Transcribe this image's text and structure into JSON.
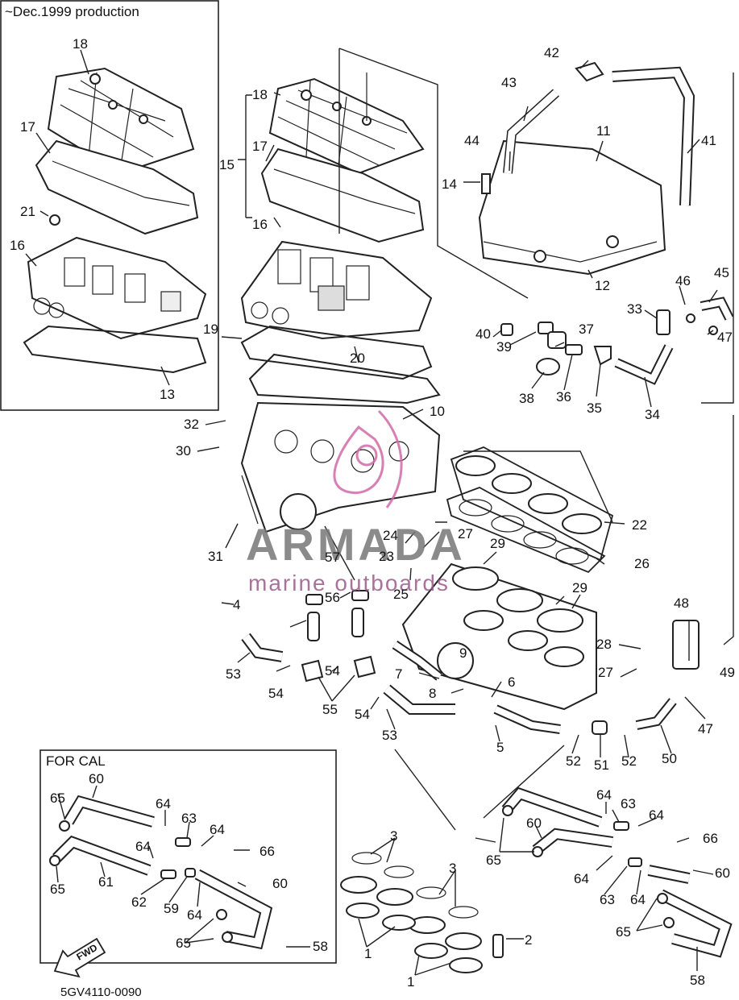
{
  "diagram_code": "5GV4110-0090",
  "inset_top_title": "~Dec.1999 production",
  "inset_bottom_title": "FOR CAL",
  "fwd_label": "FWD",
  "watermark": {
    "brand": "ARMADA",
    "tagline": "marine outboards",
    "brand_color": "#7a7a7a",
    "accent_color": "#c0488c"
  },
  "callouts": [
    {
      "id": "c18a",
      "text": "18"
    },
    {
      "id": "c17a",
      "text": "17"
    },
    {
      "id": "c21",
      "text": "21"
    },
    {
      "id": "c16a",
      "text": "16"
    },
    {
      "id": "c13",
      "text": "13"
    },
    {
      "id": "c18b",
      "text": "18"
    },
    {
      "id": "c15",
      "text": "15"
    },
    {
      "id": "c17b",
      "text": "17"
    },
    {
      "id": "c16b",
      "text": "16"
    },
    {
      "id": "c42",
      "text": "42"
    },
    {
      "id": "c43",
      "text": "43"
    },
    {
      "id": "c44",
      "text": "44"
    },
    {
      "id": "c11",
      "text": "11"
    },
    {
      "id": "c41",
      "text": "41"
    },
    {
      "id": "c14",
      "text": "14"
    },
    {
      "id": "c12",
      "text": "12"
    },
    {
      "id": "c45",
      "text": "45"
    },
    {
      "id": "c46",
      "text": "46"
    },
    {
      "id": "c33",
      "text": "33"
    },
    {
      "id": "c47a",
      "text": "47"
    },
    {
      "id": "c40",
      "text": "40"
    },
    {
      "id": "c37",
      "text": "37"
    },
    {
      "id": "c39",
      "text": "39"
    },
    {
      "id": "c38",
      "text": "38"
    },
    {
      "id": "c36",
      "text": "36"
    },
    {
      "id": "c35",
      "text": "35"
    },
    {
      "id": "c34",
      "text": "34"
    },
    {
      "id": "c19",
      "text": "19"
    },
    {
      "id": "c20",
      "text": "20"
    },
    {
      "id": "c10",
      "text": "10"
    },
    {
      "id": "c32",
      "text": "32"
    },
    {
      "id": "c30",
      "text": "30"
    },
    {
      "id": "c22",
      "text": "22"
    },
    {
      "id": "c27a",
      "text": "27"
    },
    {
      "id": "c24",
      "text": "24"
    },
    {
      "id": "c23",
      "text": "23"
    },
    {
      "id": "c29a",
      "text": "29"
    },
    {
      "id": "c26",
      "text": "26"
    },
    {
      "id": "c31",
      "text": "31"
    },
    {
      "id": "c57",
      "text": "57"
    },
    {
      "id": "c25",
      "text": "25"
    },
    {
      "id": "c29b",
      "text": "29"
    },
    {
      "id": "c56",
      "text": "56"
    },
    {
      "id": "c4",
      "text": "4"
    },
    {
      "id": "c48",
      "text": "48"
    },
    {
      "id": "c9",
      "text": "9"
    },
    {
      "id": "c28",
      "text": "28"
    },
    {
      "id": "c27b",
      "text": "27"
    },
    {
      "id": "c49",
      "text": "49"
    },
    {
      "id": "c53a",
      "text": "53"
    },
    {
      "id": "c7",
      "text": "7"
    },
    {
      "id": "c54a",
      "text": "54"
    },
    {
      "id": "c54b",
      "text": "54"
    },
    {
      "id": "c6",
      "text": "6"
    },
    {
      "id": "c8",
      "text": "8"
    },
    {
      "id": "c47b",
      "text": "47"
    },
    {
      "id": "c55",
      "text": "55"
    },
    {
      "id": "c54c",
      "text": "54"
    },
    {
      "id": "c53b",
      "text": "53"
    },
    {
      "id": "c5",
      "text": "5"
    },
    {
      "id": "c52a",
      "text": "52"
    },
    {
      "id": "c51",
      "text": "51"
    },
    {
      "id": "c52b",
      "text": "52"
    },
    {
      "id": "c50",
      "text": "50"
    },
    {
      "id": "c60a",
      "text": "60"
    },
    {
      "id": "c65a",
      "text": "65"
    },
    {
      "id": "c64a",
      "text": "64"
    },
    {
      "id": "c63a",
      "text": "63"
    },
    {
      "id": "c64b",
      "text": "64"
    },
    {
      "id": "c64c",
      "text": "64"
    },
    {
      "id": "c66a",
      "text": "66"
    },
    {
      "id": "c65b",
      "text": "65"
    },
    {
      "id": "c61",
      "text": "61"
    },
    {
      "id": "c62",
      "text": "62"
    },
    {
      "id": "c59",
      "text": "59"
    },
    {
      "id": "c64d",
      "text": "64"
    },
    {
      "id": "c60b",
      "text": "60"
    },
    {
      "id": "c65c",
      "text": "65"
    },
    {
      "id": "c58a",
      "text": "58"
    },
    {
      "id": "c3a",
      "text": "3"
    },
    {
      "id": "c3b",
      "text": "3"
    },
    {
      "id": "c2",
      "text": "2"
    },
    {
      "id": "c1a",
      "text": "1"
    },
    {
      "id": "c1b",
      "text": "1"
    },
    {
      "id": "c64e",
      "text": "64"
    },
    {
      "id": "c63b",
      "text": "63"
    },
    {
      "id": "c64f",
      "text": "64"
    },
    {
      "id": "c60c",
      "text": "60"
    },
    {
      "id": "c66b",
      "text": "66"
    },
    {
      "id": "c65d",
      "text": "65"
    },
    {
      "id": "c64g",
      "text": "64"
    },
    {
      "id": "c63c",
      "text": "63"
    },
    {
      "id": "c64h",
      "text": "64"
    },
    {
      "id": "c60d",
      "text": "60"
    },
    {
      "id": "c65e",
      "text": "65"
    },
    {
      "id": "c58b",
      "text": "58"
    }
  ]
}
